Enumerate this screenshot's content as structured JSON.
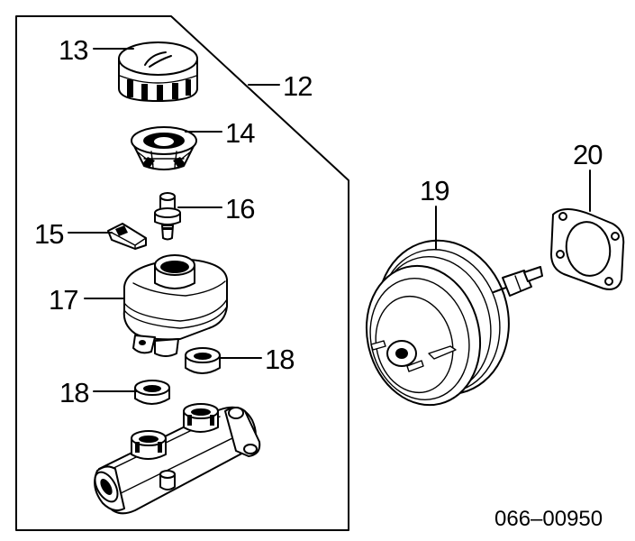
{
  "diagram": {
    "callouts": [
      {
        "id": "13",
        "label": "13"
      },
      {
        "id": "12",
        "label": "12"
      },
      {
        "id": "14",
        "label": "14"
      },
      {
        "id": "16",
        "label": "16"
      },
      {
        "id": "15",
        "label": "15"
      },
      {
        "id": "17",
        "label": "17"
      },
      {
        "id": "18a",
        "label": "18"
      },
      {
        "id": "18b",
        "label": "18"
      },
      {
        "id": "19",
        "label": "19"
      },
      {
        "id": "20",
        "label": "20"
      }
    ],
    "diagram_code": "066–00950"
  }
}
